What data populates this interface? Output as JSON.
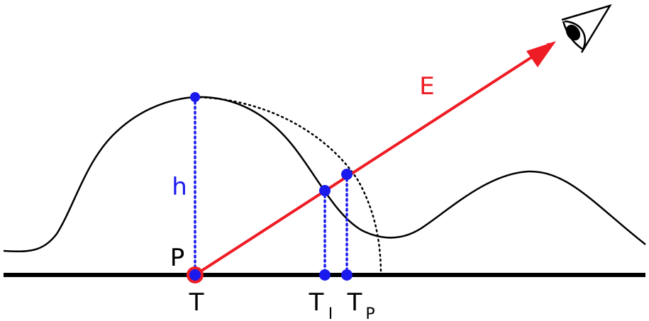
{
  "labels": {
    "eye_vector": "E",
    "height": "h",
    "point": "P",
    "texcoord": "T",
    "texcoord_intersect_main": "T",
    "texcoord_intersect_sub": "I",
    "texcoord_parallax_main": "T",
    "texcoord_parallax_sub": "P"
  },
  "colors": {
    "terrain": "#000000",
    "baseline": "#000000",
    "eye_vector": "#ee1c24",
    "markers": "#1a1aee",
    "height_label": "#1a1aee",
    "arc": "#000000",
    "text": "#000000"
  },
  "icons": {
    "eye": "eye-icon"
  }
}
